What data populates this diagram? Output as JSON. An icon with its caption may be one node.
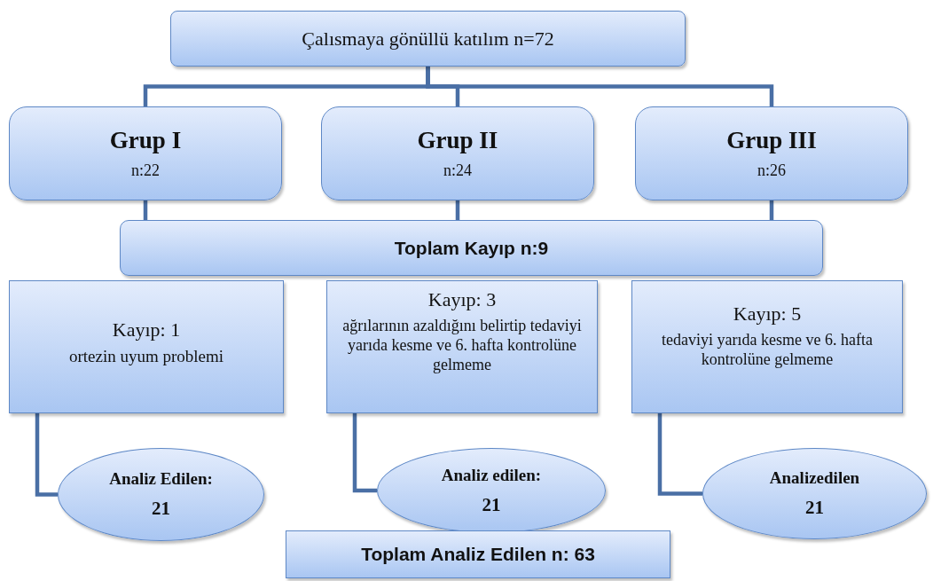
{
  "diagram": {
    "nodes": [
      {
        "text": [
          "Çalısmaya gönüllü katılım n=72"
        ]
      },
      {
        "text": [
          "Grup I",
          "n:22"
        ]
      },
      {
        "text": [
          "Grup II",
          "n:24"
        ]
      },
      {
        "text": [
          "Grup III",
          "n:26"
        ]
      },
      {
        "text": [
          "Toplam Kayıp n:9"
        ]
      },
      {
        "text": [
          "Kayıp: 1",
          "ortezin uyum problemi"
        ]
      },
      {
        "text": [
          "Kayıp: 3",
          "ağrılarının azaldığını belirtip tedaviyi yarıda kesme ve 6. hafta kontrolüne gelmeme"
        ]
      },
      {
        "text": [
          "Kayıp: 5",
          "tedaviyi yarıda kesme ve 6. hafta kontrolüne gelmeme"
        ]
      },
      {
        "text": [
          "Analiz Edilen:",
          "21"
        ]
      },
      {
        "text": [
          "Analiz edilen:",
          "21"
        ]
      },
      {
        "text": [
          "Analizedilen",
          "21"
        ]
      },
      {
        "text": [
          "Toplam Analiz Edilen n: 63"
        ]
      }
    ],
    "edges": [
      {
        "from": 0,
        "to": 1,
        "arrow": "none"
      },
      {
        "from": 0,
        "to": 2,
        "arrow": "none"
      },
      {
        "from": 0,
        "to": 3,
        "arrow": "none"
      },
      {
        "from": 1,
        "to": 4,
        "arrow": "none"
      },
      {
        "from": 2,
        "to": 4,
        "arrow": "none"
      },
      {
        "from": 3,
        "to": 4,
        "arrow": "none"
      },
      {
        "from": 5,
        "to": 8,
        "arrow": "none"
      },
      {
        "from": 6,
        "to": 9,
        "arrow": "none"
      },
      {
        "from": 7,
        "to": 10,
        "arrow": "none"
      }
    ]
  }
}
